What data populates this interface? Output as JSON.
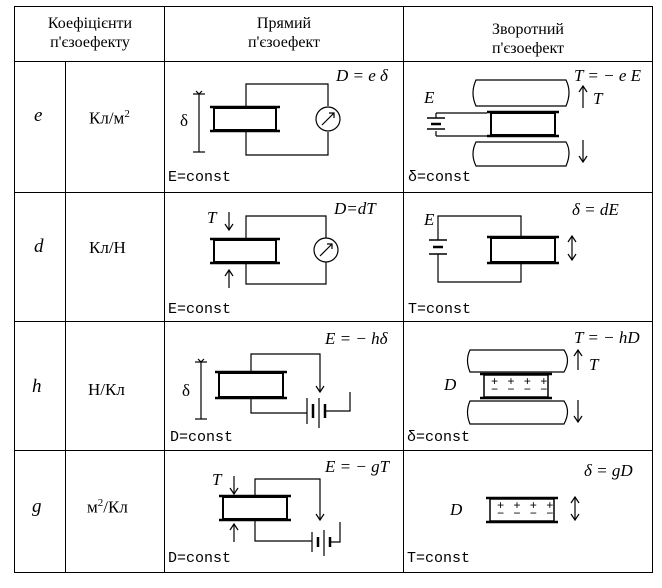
{
  "header": {
    "col1_line1": "Коефіцієнти",
    "col1_line2": "п'єзоефекту",
    "col2_line1": "Прямий",
    "col2_line2": "п'єзоефект",
    "col3_line1": "Зворотний",
    "col3_line2": "п'єзоефект"
  },
  "rows": [
    {
      "symbol": "e",
      "unit": "Кл/м",
      "unit_sup": "2",
      "direct": {
        "formula": "D = e δ",
        "condition": "E=const",
        "strain_label": "δ"
      },
      "inverse": {
        "formula": "T = − e E",
        "condition": "δ=const",
        "field_label": "E",
        "stress_label": "T"
      }
    },
    {
      "symbol": "d",
      "unit": "Кл/Н",
      "direct": {
        "formula": "D=dT",
        "condition": "E=const",
        "stress_label": "T"
      },
      "inverse": {
        "formula": "δ = dE",
        "condition": "T=const",
        "field_label": "E"
      }
    },
    {
      "symbol": "h",
      "unit": "Н/Кл",
      "direct": {
        "formula": "E = − hδ",
        "condition": "D=const",
        "strain_label": "δ"
      },
      "inverse": {
        "formula": "T = − hD",
        "condition": "δ=const",
        "charge_label": "D",
        "stress_label": "T",
        "plates_top": "+ + + +",
        "plates_bottom": "− − − −"
      }
    },
    {
      "symbol": "g",
      "unit_sup": "2",
      "unit_prefix": "м",
      "unit_suffix": "/Кл",
      "direct": {
        "formula": "E = − gT",
        "condition": "D=const",
        "stress_label": "T"
      },
      "inverse": {
        "formula": "δ = gD",
        "condition": "T=const",
        "charge_label": "D",
        "plates_top": "+ + + +",
        "plates_bottom": "− − − −"
      }
    }
  ]
}
